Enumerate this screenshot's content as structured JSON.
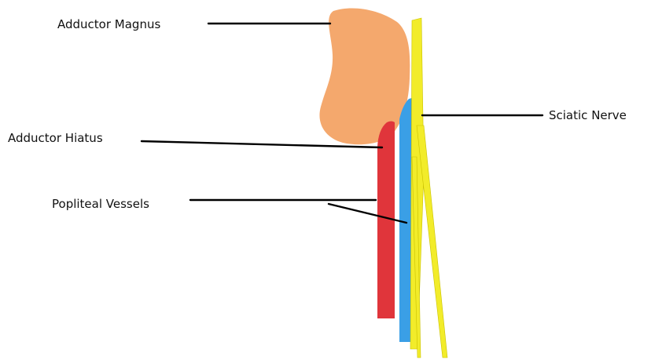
{
  "labels": {
    "adductor_magnus": "Adductor Magnus",
    "adductor_hiatus": "Adductor Hiatus",
    "popliteal_vessels": "Popliteal Vessels",
    "sciatic_nerve": "Sciatic Nerve"
  },
  "colors": {
    "muscle": "#f4a86d",
    "artery": "#e0353b",
    "vein": "#3a9fe6",
    "nerve": "#f2ec2a",
    "nerve_edge": "#c9c100",
    "leader_line": "#000000",
    "background": "#ffffff"
  }
}
